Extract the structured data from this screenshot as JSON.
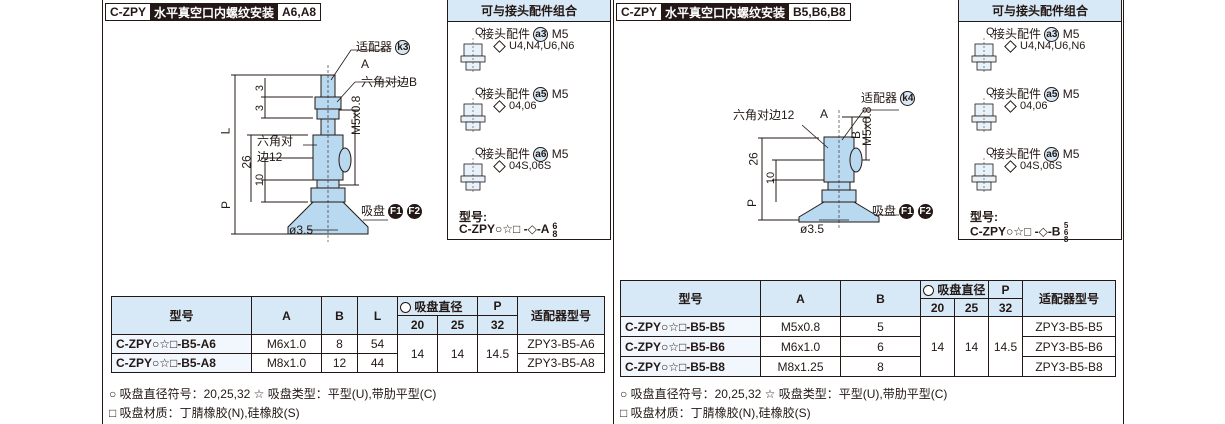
{
  "left": {
    "header": {
      "code": "C-ZPY",
      "title": "水平真空口内螺纹安装",
      "sizes": "A6,A8"
    },
    "combo": {
      "title": "可与接头配件组合",
      "fittings": [
        {
          "q": "Q",
          "name": "接头配件",
          "badge": "a3",
          "thread": "M5",
          "sizes": "U4,N4,U6,N6"
        },
        {
          "q": "Q",
          "name": "接头配件",
          "badge": "a5",
          "thread": "M5",
          "sizes": "04,06"
        },
        {
          "q": "Q",
          "name": "接头配件",
          "badge": "a6",
          "thread": "M5",
          "sizes": "04S,06S"
        }
      ],
      "model_label": "型号:",
      "model_code": "C-ZPY○☆□ -◇-A",
      "model_suffix": [
        "6",
        "8"
      ]
    },
    "drawing": {
      "adapter": "适配器",
      "adapter_badge": "k3",
      "a": "A",
      "hex": "六角对边B",
      "hex2a": "六角对",
      "hex2b": "边12",
      "thread": "M5x0.8",
      "dim3a": "3",
      "dim3b": "3",
      "dim26": "26",
      "dim10": "10",
      "dimL": "L",
      "dimP": "P",
      "dia": "ø3.5",
      "pad": "吸盘",
      "pad_f1": "F1",
      "pad_f2": "F2"
    },
    "table": {
      "h_model": "型号",
      "h_a": "A",
      "h_b": "B",
      "h_l": "L",
      "h_dia": "吸盘直径",
      "h_p": "P",
      "h_adapter": "适配器型号",
      "diameters": [
        "20",
        "25",
        "32"
      ],
      "rows": [
        {
          "model": "C-ZPY○☆□-B5-A6",
          "a": "M6x1.0",
          "b": "8",
          "l": "54",
          "adapter": "ZPY3-B5-A6"
        },
        {
          "model": "C-ZPY○☆□-B5-A8",
          "a": "M8x1.0",
          "b": "12",
          "l": "44",
          "adapter": "ZPY3-B5-A8"
        }
      ],
      "p_values": [
        "14",
        "14",
        "14.5"
      ]
    },
    "notes": [
      "○ 吸盘直径符号：20,25,32  ☆ 吸盘类型：平型(U),带肋平型(C)",
      "□ 吸盘材质：丁腈橡胶(N),硅橡胶(S)"
    ]
  },
  "right": {
    "header": {
      "code": "C-ZPY",
      "title": "水平真空口内螺纹安装",
      "sizes": "B5,B6,B8"
    },
    "combo": {
      "title": "可与接头配件组合",
      "fittings": [
        {
          "q": "Q",
          "name": "接头配件",
          "badge": "a3",
          "thread": "M5",
          "sizes": "U4,N4,U6,N6"
        },
        {
          "q": "Q",
          "name": "接头配件",
          "badge": "a5",
          "thread": "M5",
          "sizes": "04,06"
        },
        {
          "q": "Q",
          "name": "接头配件",
          "badge": "a6",
          "thread": "M5",
          "sizes": "04S,06S"
        }
      ],
      "model_label": "型号:",
      "model_code": "C-ZPY○☆□ -◇-B",
      "model_suffix": [
        "5",
        "6",
        "8"
      ]
    },
    "drawing": {
      "adapter": "适配器",
      "adapter_badge": "k4",
      "a": "A",
      "b": "B",
      "hex": "六角对边12",
      "thread": "M5x0.8",
      "dim26": "26",
      "dim10": "10",
      "dimP": "P",
      "dia": "ø3.5",
      "pad": "吸盘",
      "pad_f1": "F1",
      "pad_f2": "F2"
    },
    "table": {
      "h_model": "型号",
      "h_a": "A",
      "h_b": "B",
      "h_dia": "吸盘直径",
      "h_p": "P",
      "h_adapter": "适配器型号",
      "diameters": [
        "20",
        "25",
        "32"
      ],
      "rows": [
        {
          "model": "C-ZPY○☆□-B5-B5",
          "a": "M5x0.8",
          "b": "5",
          "adapter": "ZPY3-B5-B5"
        },
        {
          "model": "C-ZPY○☆□-B5-B6",
          "a": "M6x1.0",
          "b": "6",
          "adapter": "ZPY3-B5-B6"
        },
        {
          "model": "C-ZPY○☆□-B5-B8",
          "a": "M8x1.25",
          "b": "8",
          "adapter": "ZPY3-B5-B8"
        }
      ],
      "p_values": [
        "14",
        "14",
        "14.5"
      ]
    },
    "notes": [
      "○ 吸盘直径符号：20,25,32  ☆ 吸盘类型：平型(U),带肋平型(C)",
      "□ 吸盘材质：丁腈橡胶(N),硅橡胶(S)"
    ]
  },
  "colors": {
    "accent": "#d7e9f7",
    "ink": "#231815",
    "model_cell": "#f1f7fc"
  }
}
